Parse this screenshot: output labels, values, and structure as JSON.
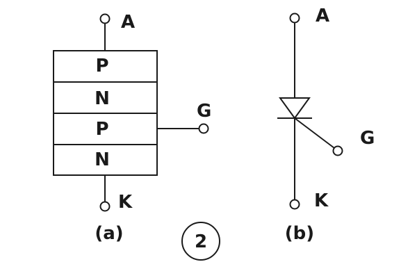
{
  "layer_diagram": {
    "anode_label": "A",
    "cathode_label": "K",
    "gate_label": "G",
    "layers": [
      "P",
      "N",
      "P",
      "N"
    ],
    "caption": "(a)"
  },
  "symbol_diagram": {
    "anode_label": "A",
    "cathode_label": "K",
    "gate_label": "G",
    "caption": "(b)"
  },
  "figure_number": "2"
}
